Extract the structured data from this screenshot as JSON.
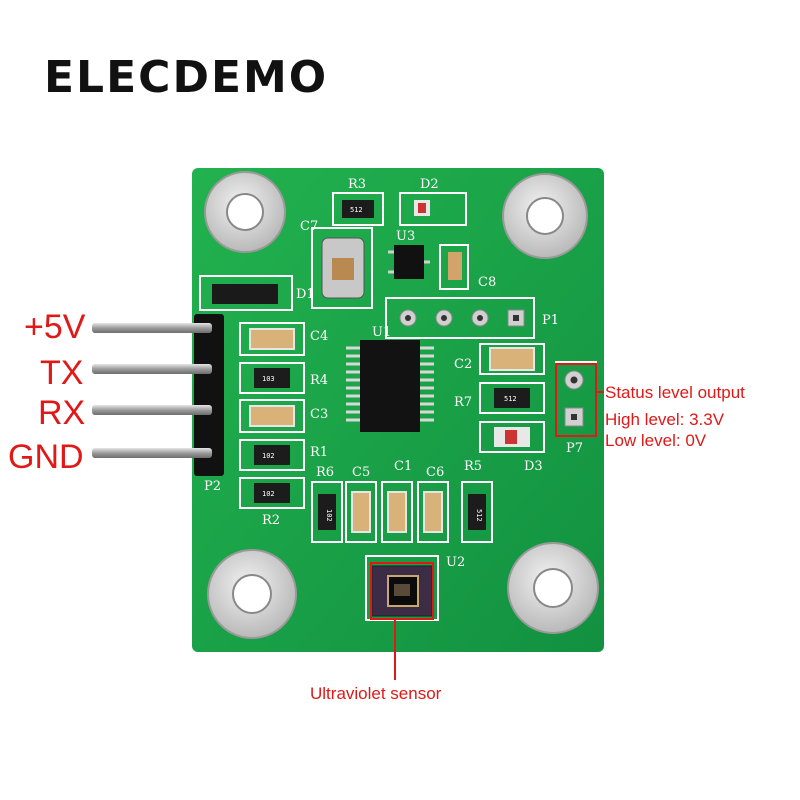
{
  "brand": "ELECDEMO",
  "pins": [
    {
      "label": "+5V"
    },
    {
      "label": "TX"
    },
    {
      "label": "RX"
    },
    {
      "label": "GND"
    }
  ],
  "status_callout": {
    "title": "Status level output",
    "high": "High level: 3.3V",
    "low": "Low level: 0V"
  },
  "sensor_callout": "Ultraviolet sensor",
  "board": {
    "pcb_color": "#1aa34a",
    "silkscreen": {
      "R3": "R3",
      "D2": "D2",
      "C7": "C7",
      "U3": "U3",
      "C8": "C8",
      "D1": "D1",
      "P1": "P1",
      "C4": "C4",
      "U1": "U1",
      "R4": "R4",
      "C3": "C3",
      "R1": "R1",
      "C2": "C2",
      "R7": "R7",
      "D3": "D3",
      "P7": "P7",
      "P2": "P2",
      "R2": "R2",
      "R6": "R6",
      "C5": "C5",
      "C1": "C1",
      "C6": "C6",
      "R5": "R5",
      "U2": "U2"
    },
    "resistor_codes": {
      "R3": "512",
      "R4": "103",
      "R1": "102",
      "R2": "102",
      "R6": "102",
      "R5": "512",
      "R7": "512"
    }
  },
  "colors": {
    "annotation": "#e01818",
    "brand": "#111111"
  }
}
